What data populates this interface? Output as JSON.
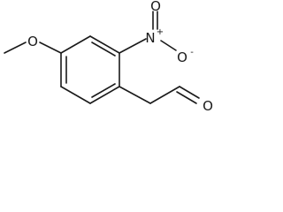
{
  "molecule": {
    "atoms": {
      "nitrogen": {
        "symbol": "N",
        "charge": "+"
      },
      "nitro_oxygen_top": {
        "symbol": "O"
      },
      "nitro_oxygen_right": {
        "symbol": "O",
        "charge": "-"
      },
      "methoxy_oxygen": {
        "symbol": "O"
      },
      "aldehyde_oxygen": {
        "symbol": "O"
      }
    }
  }
}
